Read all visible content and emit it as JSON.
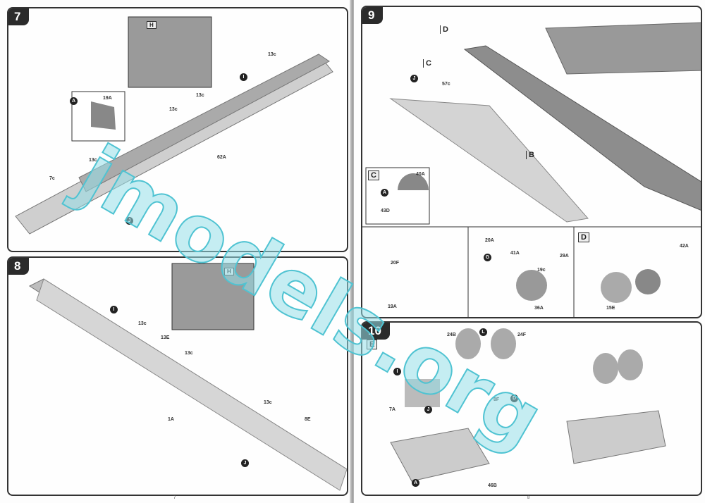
{
  "left_page": {
    "page_number": "7",
    "step7": {
      "number": "7",
      "parts": [
        "13c",
        "13c",
        "13c",
        "13c",
        "19A",
        "7c",
        "62A"
      ],
      "markers": [
        "I",
        "J",
        "A",
        "H"
      ]
    },
    "step8": {
      "number": "8",
      "parts": [
        "13c",
        "13E",
        "13c",
        "13c",
        "8E",
        "1A"
      ],
      "markers": [
        "I",
        "J",
        "H"
      ]
    }
  },
  "right_page": {
    "page_number": "8",
    "step9": {
      "number": "9",
      "subassemblies": [
        "D",
        "C",
        "B"
      ],
      "parts": [
        "57c",
        "40A",
        "43D",
        "20F",
        "19A",
        "20A",
        "41A",
        "29A",
        "19c",
        "36A",
        "42A",
        "15E"
      ],
      "markers": [
        "J",
        "A",
        "G"
      ]
    },
    "step10": {
      "number": "10",
      "subassembly": "E",
      "parts": [
        "24B",
        "24F",
        "7A",
        "8F",
        "46B"
      ],
      "markers": [
        "L",
        "I",
        "J",
        "D",
        "A"
      ]
    }
  },
  "watermark": "jmodels.org"
}
